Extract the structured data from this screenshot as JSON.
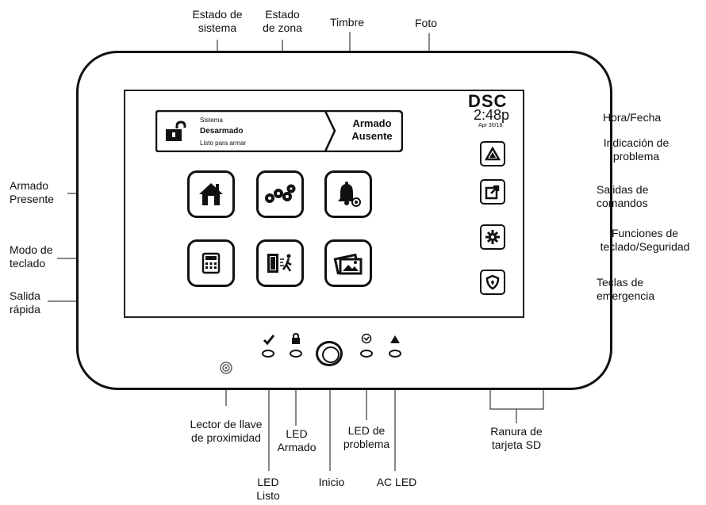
{
  "callouts": {
    "estado_sistema": "Estado de\nsistema",
    "estado_zona": "Estado\nde zona",
    "timbre": "Timbre",
    "foto": "Foto",
    "hora_fecha": "Hora/Fecha",
    "indicacion_problema": "Indicación de\nproblema",
    "salidas_comandos": "Salidas de\ncomandos",
    "funciones_teclado": "Funciones de\nteclado/Seguridad",
    "teclas_emergencia": "Teclas de\nemergencia",
    "armado_presente": "Armado\nPresente",
    "modo_teclado": "Modo de\nteclado",
    "salida_rapida": "Salida\nrápida",
    "lector_llave": "Lector de llave\nde proximidad",
    "led_armado": "LED\nArmado",
    "led_problema": "LED de\nproblema",
    "ranura_sd": "Ranura de\ntarjeta SD",
    "led_listo": "LED\nListo",
    "inicio": "Inicio",
    "ac_led": "AC LED"
  },
  "screen": {
    "brand": "DSC",
    "time": "2:48p",
    "date": "Apr 30/16",
    "status_title": "Sistema",
    "status_state": "Desarmado",
    "status_sub": "Listo para armar",
    "arm_button_line1": "Armado",
    "arm_button_line2": "Ausente"
  },
  "icons": {
    "tiles": [
      "home-icon",
      "zones-icon",
      "bell-icon",
      "keypad-icon",
      "quick-exit-icon",
      "photo-icon"
    ],
    "side_keys": [
      "trouble-icon",
      "output-icon",
      "gear-icon",
      "shield-icon"
    ],
    "leds": [
      "check-icon",
      "lock-icon",
      "trouble-led-icon",
      "ac-icon"
    ]
  }
}
